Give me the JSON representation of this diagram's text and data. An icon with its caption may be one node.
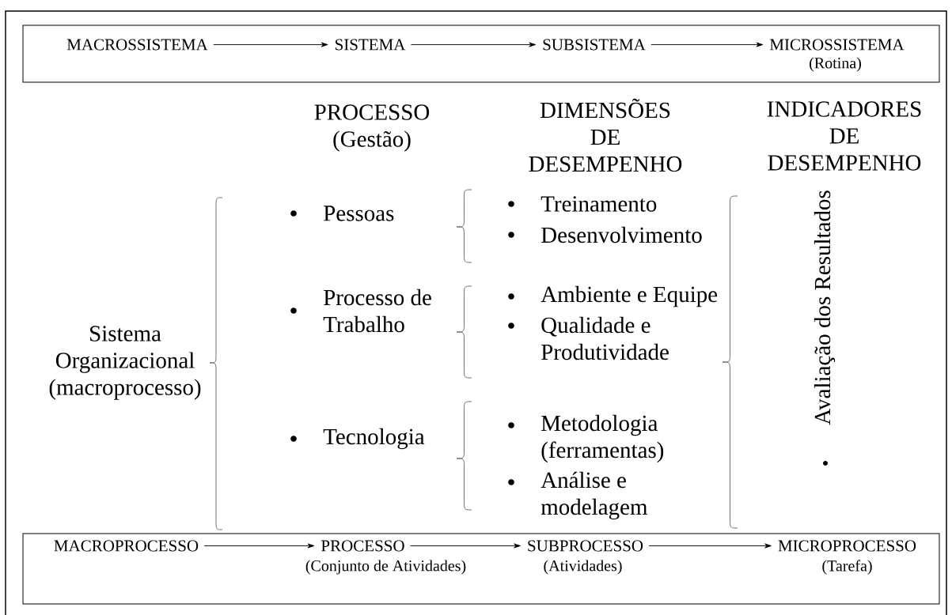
{
  "diagram": {
    "nodes": [
      {
        "text": [],
        "shape": "box"
      },
      {
        "text": [
          "MACROSSISTEMA"
        ],
        "in": 0
      },
      {
        "text": [
          "SISTEMA"
        ],
        "in": 0
      },
      {
        "text": [
          "SUBSISTEMA"
        ],
        "in": 0
      },
      {
        "text": [
          "MICROSSISTEMA"
        ],
        "beside": [
          "(Rotina)"
        ],
        "in": 0
      },
      {
        "text": [],
        "shape": "box"
      },
      {
        "text": [
          "MACROPROCESSO"
        ],
        "in": 5
      },
      {
        "text": [
          "PROCESSO"
        ],
        "beside": [
          "(Conjunto de Atividades)"
        ],
        "in": 5
      },
      {
        "text": [
          "SUBPROCESSO"
        ],
        "beside": [
          "(Atividades)"
        ],
        "in": 5
      },
      {
        "text": [
          "MICROPROCESSO"
        ],
        "beside": [
          "(Tarefa)"
        ],
        "in": 5
      }
    ],
    "edges": [
      {
        "from": 1,
        "to": 2,
        "arrow": "to"
      },
      {
        "from": 2,
        "to": 3,
        "arrow": "to"
      },
      {
        "from": 3,
        "to": 4,
        "arrow": "to"
      },
      {
        "from": 6,
        "to": 7,
        "arrow": "to"
      },
      {
        "from": 7,
        "to": 8,
        "arrow": "to"
      },
      {
        "from": 8,
        "to": 9,
        "arrow": "to"
      }
    ],
    "labels": [
      "PROCESSO (Gestão)",
      "DIMENSÕES DE DESEMPENHO",
      "INDICADORES DE DESEMPENHO",
      "Pessoas",
      "Treinamento",
      "Desenvolvimento",
      "Avaliação dos Resultados",
      "Processo de Trabalho",
      "Ambiente e Equipe",
      "Qualidade e Produtividade",
      "Sistema Organizacional (macroprocesso)",
      "Tecnologia",
      "Metodologia (ferramentas)",
      "Análise e modelagem"
    ]
  }
}
